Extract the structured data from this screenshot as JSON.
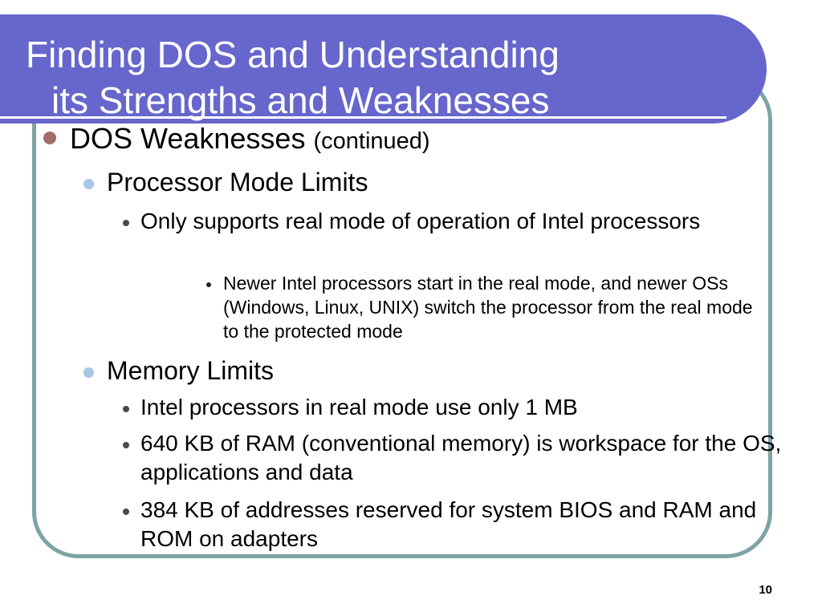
{
  "slide": {
    "title_line1": "Finding DOS and Understanding",
    "title_line2": "its Strengths and Weaknesses",
    "heading": "DOS Weaknesses",
    "heading_suffix": "(continued)",
    "processor": {
      "label": "Processor Mode Limits",
      "point": "Only supports real mode of operation of Intel processors",
      "subpoint": "Newer Intel processors start in the real mode, and newer OSs (Windows, Linux, UNIX) switch the processor from the real mode to the protected mode"
    },
    "memory": {
      "label": "Memory Limits",
      "points": [
        "Intel processors in real mode use only 1 MB",
        "640 KB of RAM (conventional memory) is workspace for the OS, applications and data",
        "384 KB of addresses reserved for system BIOS and RAM and ROM on adapters"
      ]
    },
    "page_number": "10"
  },
  "colors": {
    "title_band": "#6666cc",
    "frame_border": "#7fa3a3",
    "level1_bullet": "#a46b6b",
    "level2_bullet": "#a9c5e8"
  }
}
